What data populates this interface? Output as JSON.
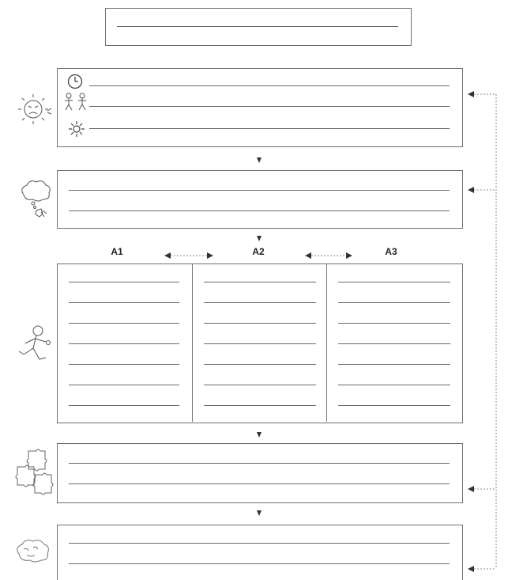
{
  "columns": {
    "a1": "A1",
    "a2": "A2",
    "a3": "A3"
  },
  "icons": {
    "clock": "clock-icon",
    "people": "people-icon",
    "sun": "sun-icon",
    "angry_face": "angry-sun-face-icon",
    "thought_cloud": "thought-cloud-icon",
    "running_person": "running-person-icon",
    "puzzle": "puzzle-pieces-icon",
    "cloud": "cloud-icon"
  },
  "colors": {
    "line": "#6a6a6a",
    "border": "#6f6f6f",
    "label": "#222222"
  }
}
